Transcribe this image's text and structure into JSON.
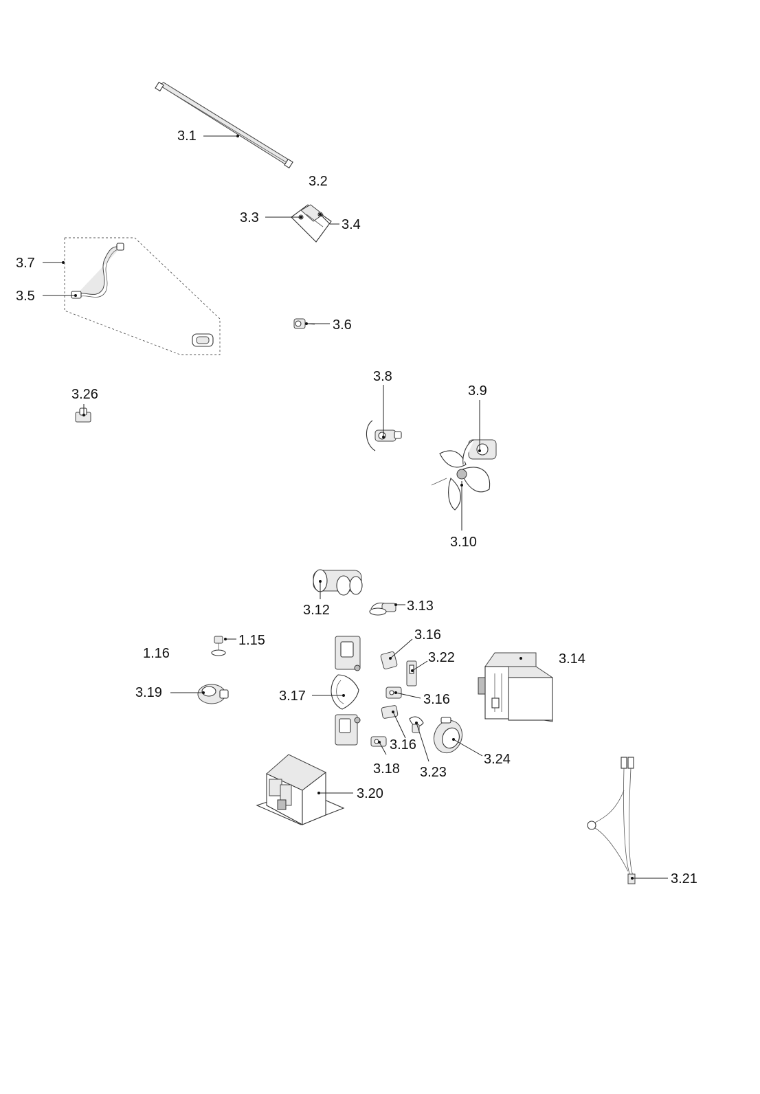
{
  "diagram": {
    "labels": {
      "l_3_1": "3.1",
      "l_3_2": "3.2",
      "l_3_3": "3.3",
      "l_3_4": "3.4",
      "l_3_5": "3.5",
      "l_3_6": "3.6",
      "l_3_7": "3.7",
      "l_3_8": "3.8",
      "l_3_9": "3.9",
      "l_3_10": "3.10",
      "l_3_12": "3.12",
      "l_3_13": "3.13",
      "l_3_14": "3.14",
      "l_1_15": "1.15",
      "l_1_16": "1.16",
      "l_3_16a": "3.16",
      "l_3_16b": "3.16",
      "l_3_16c": "3.16",
      "l_3_17": "3.17",
      "l_3_18": "3.18",
      "l_3_19": "3.19",
      "l_3_20": "3.20",
      "l_3_21": "3.21",
      "l_3_22": "3.22",
      "l_3_23": "3.23",
      "l_3_24": "3.24",
      "l_3_26": "3.26"
    }
  }
}
